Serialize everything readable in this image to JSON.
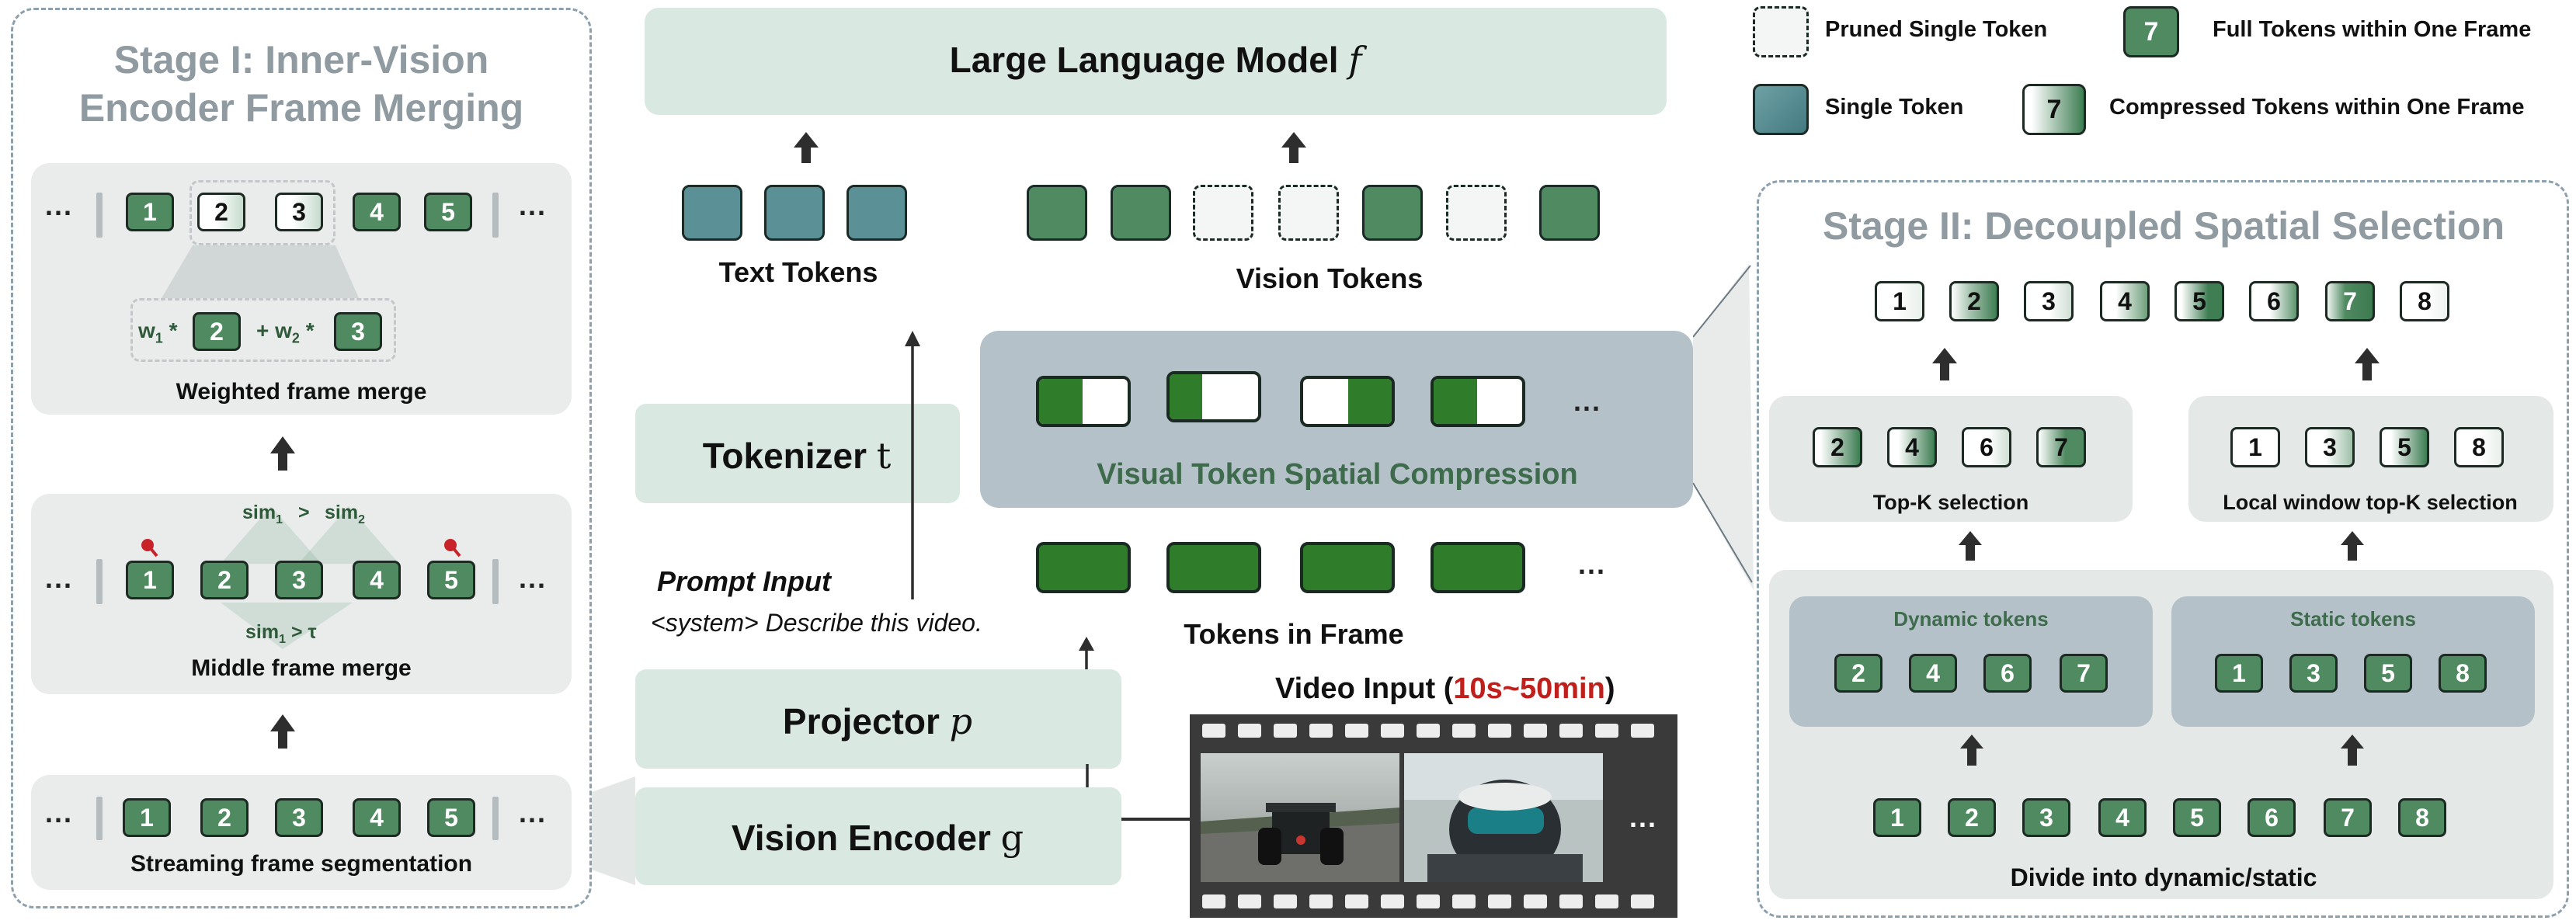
{
  "legend": {
    "pruned": "Pruned Single Token",
    "single": "Single Token",
    "full": "Full Tokens within One Frame",
    "compressed": "Compressed Tokens within One Frame",
    "full_icon_digit": "7",
    "compressed_icon_digit": "7"
  },
  "stage1": {
    "title_line1": "Stage I: Inner-Vision",
    "title_line2": "Encoder Frame Merging",
    "weighted_caption": "Weighted frame merge",
    "middle_caption": "Middle frame merge",
    "streaming_caption": "Streaming frame segmentation",
    "w1": "w",
    "w1_sub": "1",
    "w2": "w",
    "w2_sub": "2",
    "times": "*",
    "plus": "+",
    "sim1": "sim",
    "sim1_sub": "1",
    "gt": ">",
    "sim2": "sim",
    "sim2_sub": "2",
    "sim_tau_a": "sim",
    "sim_tau_sub": "1",
    "sim_tau_b": "> τ",
    "ellipsis": "...",
    "tokens": [
      "1",
      "2",
      "3",
      "4",
      "5"
    ]
  },
  "center": {
    "llm_label": "Large Language Model",
    "llm_symbol": "f",
    "text_tokens": "Text Tokens",
    "vision_tokens": "Vision Tokens",
    "tokenizer_label": "Tokenizer",
    "tokenizer_symbol": "t",
    "vtsc_label": "Visual Token Spatial Compression",
    "prompt_title": "Prompt Input",
    "prompt_text": "<system> Describe this video.",
    "tokens_in_frame": "Tokens in Frame",
    "projector_label": "Projector",
    "projector_symbol": "p",
    "encoder_label": "Vision Encoder",
    "encoder_symbol": "g",
    "video_input_label": "Video Input (",
    "video_input_duration": "10s~50min",
    "video_input_close": ")",
    "ellipsis": "...",
    "duration_color": "#c0201c"
  },
  "stage2": {
    "title": "Stage II: Decoupled Spatial Selection",
    "top_tokens": [
      "1",
      "2",
      "3",
      "4",
      "5",
      "6",
      "7",
      "8"
    ],
    "topk_tokens": [
      "2",
      "4",
      "6",
      "7"
    ],
    "topk_caption": "Top-K selection",
    "local_tokens": [
      "1",
      "3",
      "5",
      "8"
    ],
    "local_caption": "Local window top-K selection",
    "dynamic_label": "Dynamic tokens",
    "dynamic_tokens": [
      "2",
      "4",
      "6",
      "7"
    ],
    "static_label": "Static tokens",
    "static_tokens": [
      "1",
      "3",
      "5",
      "8"
    ],
    "bottom_tokens": [
      "1",
      "2",
      "3",
      "4",
      "5",
      "6",
      "7",
      "8"
    ],
    "divide_caption": "Divide into dynamic/static"
  },
  "colors": {
    "token_green": "#4f8a61",
    "text_token_teal": "#5b9097",
    "compression_green": "#2f7d2a",
    "panel_mint": "#dae8e2",
    "title_grey": "#8f9aa1"
  }
}
